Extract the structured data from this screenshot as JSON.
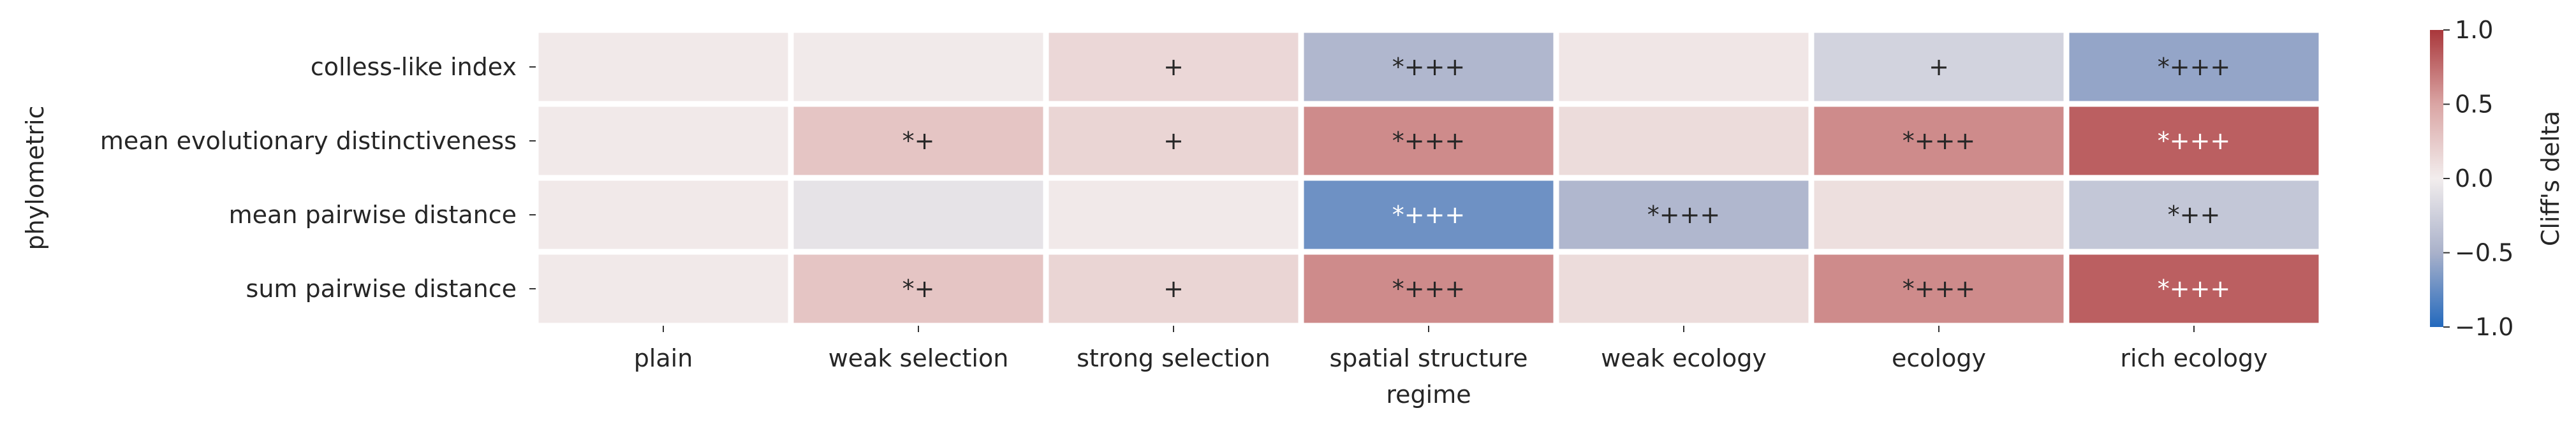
{
  "chart_data": {
    "type": "heatmap",
    "title": "",
    "xlabel": "regime",
    "ylabel": "phylometric",
    "columns": [
      "plain",
      "weak selection",
      "strong selection",
      "spatial structure",
      "weak ecology",
      "ecology",
      "rich ecology"
    ],
    "rows": [
      "colless-like index",
      "mean evolutionary distinctiveness",
      "mean pairwise distance",
      "sum pairwise distance"
    ],
    "values": [
      [
        0.03,
        0.02,
        0.15,
        -0.45,
        0.05,
        -0.22,
        -0.58
      ],
      [
        0.03,
        0.28,
        0.17,
        0.62,
        0.12,
        0.62,
        0.82
      ],
      [
        0.03,
        -0.08,
        0.03,
        -0.72,
        -0.45,
        0.1,
        -0.32
      ],
      [
        0.03,
        0.28,
        0.17,
        0.62,
        0.12,
        0.62,
        0.82
      ]
    ],
    "annotations": [
      [
        "",
        "",
        "+",
        "*+++",
        "",
        "+",
        "*+++"
      ],
      [
        "",
        "*+",
        "+",
        "*+++",
        "",
        "*+++",
        "*+++"
      ],
      [
        "",
        "",
        "",
        "*+++",
        "*+++",
        "",
        "*++"
      ],
      [
        "",
        "*+",
        "+",
        "*+++",
        "",
        "*+++",
        "*+++"
      ]
    ],
    "colorbar": {
      "label": "Cliff's delta",
      "range": [
        -1.0,
        1.0
      ],
      "ticks": [
        "−1.0",
        "−0.5",
        "0.0",
        "0.5",
        "1.0"
      ],
      "tick_values": [
        -1.0,
        -0.5,
        0.0,
        0.5,
        1.0
      ],
      "colormap": "vlag",
      "colors": [
        "#2369bd",
        "#a9b1ca",
        "#f2eded",
        "#daa5a4",
        "#a9373b"
      ]
    }
  }
}
